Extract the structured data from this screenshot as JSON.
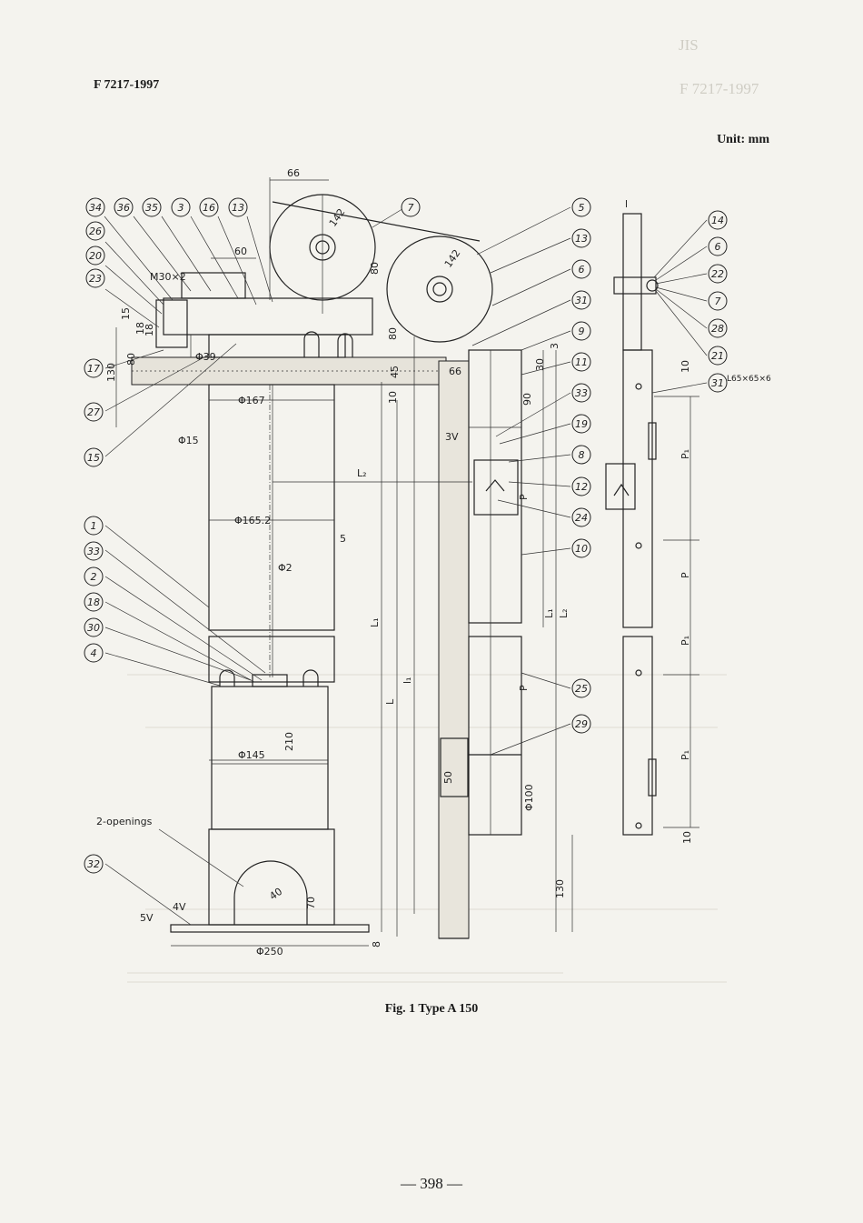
{
  "header": {
    "doc_id": "F 7217-1997",
    "unit_label": "Unit: mm"
  },
  "figure": {
    "caption": "Fig. 1 Type A 150",
    "note_openings": "2-openings",
    "part_numbers_left": [
      "34",
      "36",
      "35",
      "3",
      "16",
      "13",
      "26",
      "20",
      "23",
      "17",
      "27",
      "15",
      "1",
      "33",
      "2",
      "18",
      "30",
      "4",
      "32"
    ],
    "part_numbers_right": [
      "7",
      "5",
      "13",
      "6",
      "31",
      "9",
      "11",
      "33",
      "19",
      "8",
      "12",
      "24",
      "10",
      "25",
      "29",
      "14",
      "6",
      "22",
      "7",
      "28",
      "21",
      "31"
    ],
    "dimensions": {
      "d66": "66",
      "d142a": "142",
      "d142b": "142",
      "d60": "60",
      "m30": "M30×2",
      "d15": "15",
      "d18": "18",
      "d18b": "18",
      "d80": "80",
      "d80b": "80",
      "d80c": "80",
      "d130": "130",
      "phi39": "Φ39",
      "phi167": "Φ167",
      "phi15": "Φ15",
      "phi1652": "Φ165.2",
      "d5": "5",
      "phi2": "Φ2",
      "phi145": "Φ145",
      "d210": "210",
      "d40": "40",
      "d70": "70",
      "phi250": "Φ250",
      "d8": "8",
      "d45": "45",
      "d10": "10",
      "d66b": "66",
      "d3": "3",
      "d30": "30",
      "d90": "90",
      "d50": "50",
      "phi100": "Φ100",
      "d130b": "130",
      "l2": "L₂",
      "l1": "L₁",
      "l": "L",
      "l_plain": "l",
      "l1_lower": "l₁",
      "l2_right": "L₂",
      "l1_right": "L₁",
      "angle": "L65×65×6",
      "d10b": "10",
      "d10c": "10",
      "p1": "P₁",
      "p": "P",
      "p1b": "P₁",
      "p1c": "P₁",
      "p_mid": "P",
      "p_low": "P",
      "finish_5": "5V",
      "finish_4": "4V",
      "finish_3": "3V"
    }
  },
  "footer": {
    "page_number": "— 398 —"
  }
}
